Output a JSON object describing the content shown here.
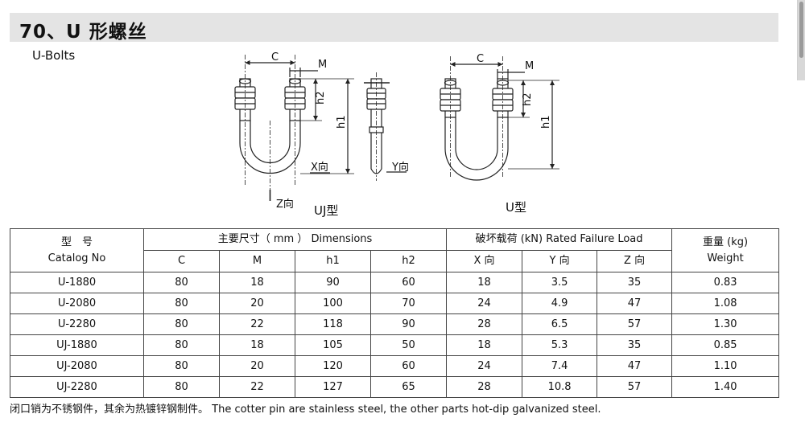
{
  "title": "70、U 形螺丝",
  "subtitle": "U-Bolts",
  "drawing": {
    "dim_c": "C",
    "dim_m": "M",
    "dim_h1": "h1",
    "dim_h2": "h2",
    "label_x": "X向",
    "label_y": "Y向",
    "label_z": "Z向",
    "caption_uj": "UJ型",
    "caption_u": "U型"
  },
  "table": {
    "header_model_cn": "型　号",
    "header_model_en": "Catalog No",
    "header_dimensions": "主要尺寸（ mm ） Dimensions",
    "header_load": "破坏载荷 (kN) Rated Failure Load",
    "header_weight_cn": "重量 (kg)",
    "header_weight_en": "Weight",
    "sub_headers": [
      "C",
      "M",
      "h1",
      "h2",
      "X 向",
      "Y 向",
      "Z 向"
    ],
    "rows": [
      [
        "U-1880",
        "80",
        "18",
        "90",
        "60",
        "18",
        "3.5",
        "35",
        "0.83"
      ],
      [
        "U-2080",
        "80",
        "20",
        "100",
        "70",
        "24",
        "4.9",
        "47",
        "1.08"
      ],
      [
        "U-2280",
        "80",
        "22",
        "118",
        "90",
        "28",
        "6.5",
        "57",
        "1.30"
      ],
      [
        "UJ-1880",
        "80",
        "18",
        "105",
        "50",
        "18",
        "5.3",
        "35",
        "0.85"
      ],
      [
        "UJ-2080",
        "80",
        "20",
        "120",
        "60",
        "24",
        "7.4",
        "47",
        "1.10"
      ],
      [
        "UJ-2280",
        "80",
        "22",
        "127",
        "65",
        "28",
        "10.8",
        "57",
        "1.40"
      ]
    ]
  },
  "footnote": "闭口销为不锈钢件，其余为热镀锌钢制件。  The cotter pin are stainless steel, the other parts hot-dip galvanized steel."
}
